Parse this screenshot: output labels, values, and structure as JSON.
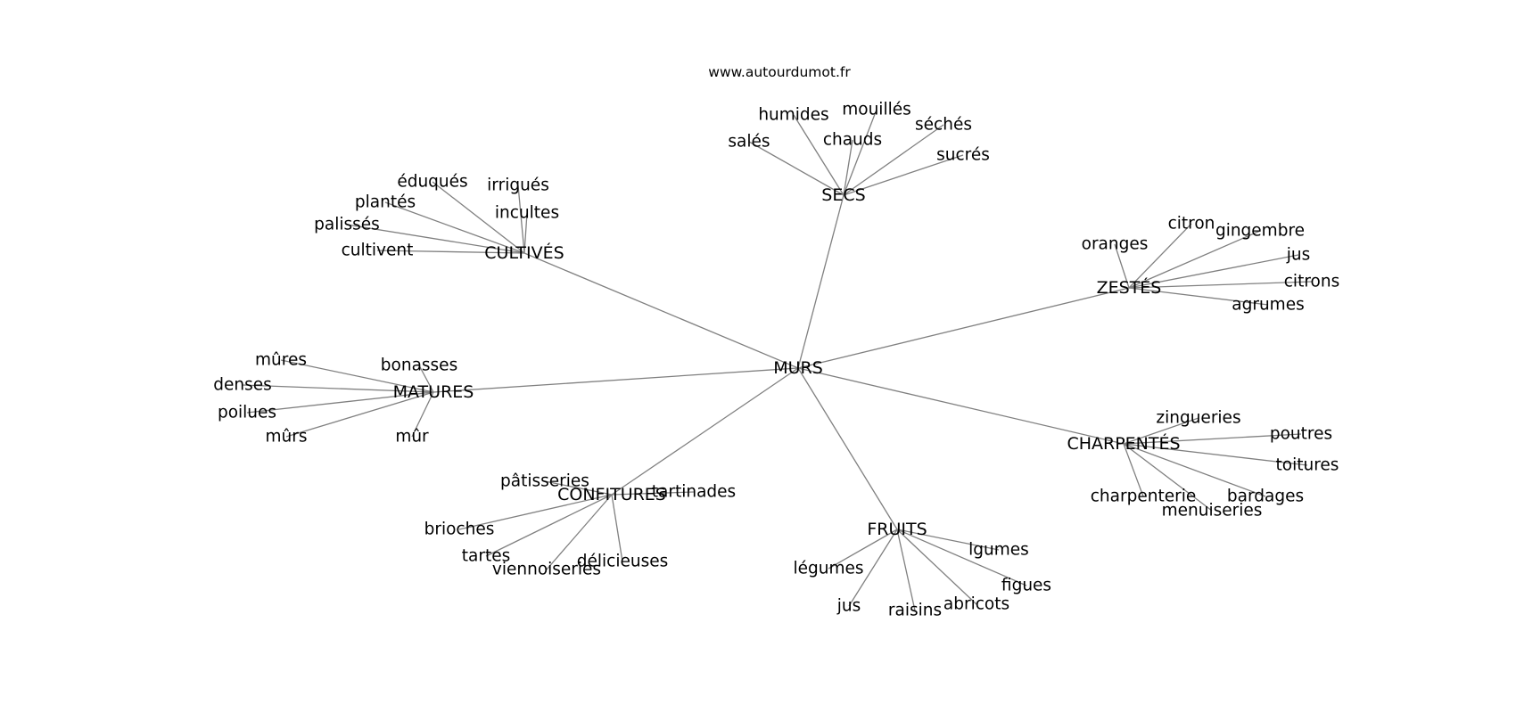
{
  "source_label": "www.autourdumot.fr",
  "center": "MURS",
  "groups": [
    {
      "id": "secs",
      "label": "SECS",
      "words": [
        "humides",
        "mouillés",
        "séchés",
        "salés",
        "chauds",
        "sucrés"
      ]
    },
    {
      "id": "cultives",
      "label": "CULTIVÉS",
      "words": [
        "éduqués",
        "irrigués",
        "plantés",
        "incultes",
        "palissés",
        "cultivent"
      ]
    },
    {
      "id": "zestes",
      "label": "ZESTÉS",
      "words": [
        "citron",
        "gingembre",
        "oranges",
        "jus",
        "citrons",
        "agrumes"
      ]
    },
    {
      "id": "matures",
      "label": "MATURES",
      "words": [
        "mûres",
        "bonasses",
        "denses",
        "poilues",
        "mûrs",
        "mûr"
      ]
    },
    {
      "id": "charpentes",
      "label": "CHARPENTÉS",
      "words": [
        "zingueries",
        "poutres",
        "toitures",
        "charpenterie",
        "bardages",
        "menuiseries"
      ]
    },
    {
      "id": "confitures",
      "label": "CONFITURES",
      "words": [
        "pâtisseries",
        "tartinades",
        "brioches",
        "tartes",
        "viennoiseries",
        "délicieuses"
      ]
    },
    {
      "id": "fruits",
      "label": "FRUITS",
      "words": [
        "lgumes",
        "légumes",
        "figues",
        "jus",
        "raisins",
        "abricots"
      ]
    }
  ],
  "colors": {
    "edge": "#808080",
    "text": "#000000",
    "background": "#ffffff"
  }
}
